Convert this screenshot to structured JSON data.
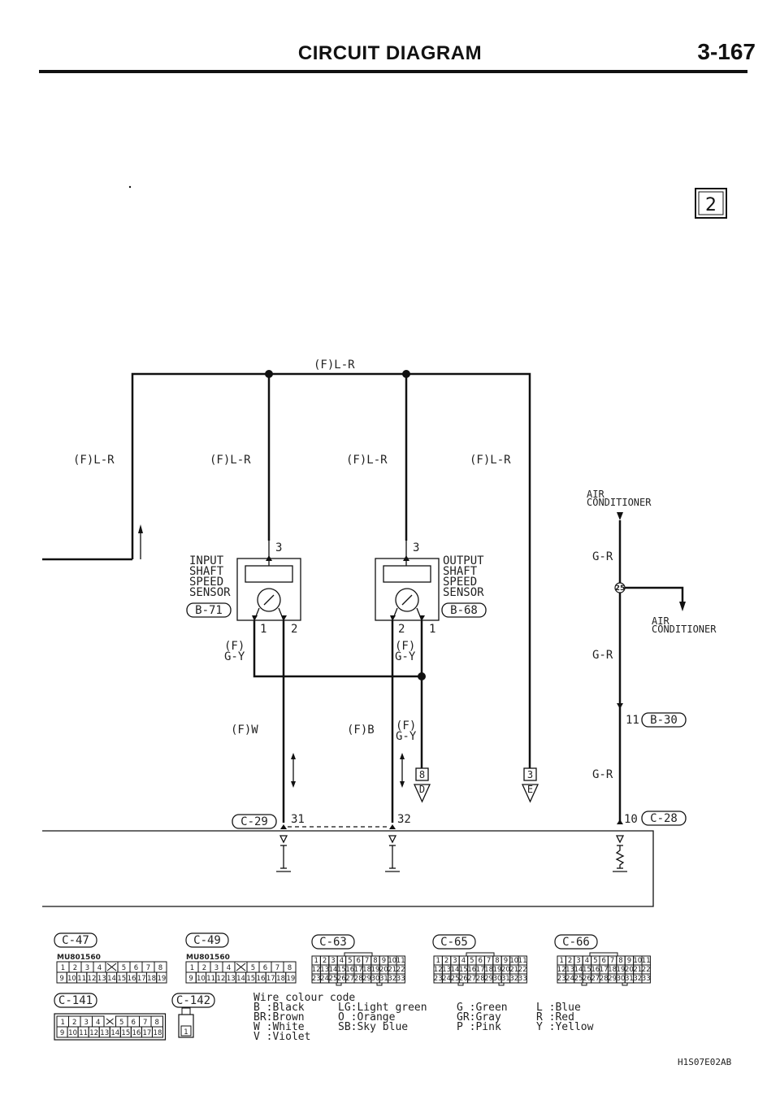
{
  "header": {
    "title": "CIRCUIT DIAGRAM",
    "page_number": "3-167"
  },
  "sheet_number": "2",
  "wires": {
    "top_bus": "(F)L-R",
    "branch_1": "(F)L-R",
    "branch_2": "(F)L-R",
    "branch_3": "(F)L-R",
    "branch_4": "(F)L-R",
    "input_out": "(F)\nG-Y",
    "output_out": "(F)\nG-Y",
    "white_wire": "(F)W",
    "black_wire": "(F)B",
    "gy_wire": "(F)\nG-Y",
    "gr_1": "G-R",
    "gr_2": "G-R",
    "gr_3": "G-R"
  },
  "components": {
    "input_sensor": {
      "name": "INPUT\nSHAFT\nSPEED\nSENSOR",
      "connector": "B-71",
      "pin_top": "3",
      "pin_left": "1",
      "pin_right": "2"
    },
    "output_sensor": {
      "name": "OUTPUT\nSHAFT\nSPEED\nSENSOR",
      "connector": "B-68",
      "pin_top": "3",
      "pin_left": "2",
      "pin_right": "1"
    },
    "air_conditioner_1": "AIR\nCONDITIONER",
    "air_conditioner_2": "AIR\nCONDITIONER",
    "junction_pin": "25",
    "b30": {
      "connector": "B-30",
      "pin": "11"
    },
    "c28": {
      "connector": "C-28",
      "pin": "10"
    },
    "c29": {
      "connector": "C-29",
      "pin_31": "31",
      "pin_32": "32"
    },
    "continuation_d": {
      "num": "8",
      "letter": "D"
    },
    "continuation_e": {
      "num": "3",
      "letter": "E"
    }
  },
  "connectors": [
    {
      "id": "C-47",
      "part": "MU801560"
    },
    {
      "id": "C-49",
      "part": "MU801560"
    },
    {
      "id": "C-63"
    },
    {
      "id": "C-65"
    },
    {
      "id": "C-66"
    },
    {
      "id": "C-141"
    },
    {
      "id": "C-142",
      "pin": "1"
    }
  ],
  "legend": {
    "title": "Wire colour code",
    "entries": [
      [
        "B :Black",
        "LG:Light green",
        "G :Green",
        "L :Blue"
      ],
      [
        "BR:Brown",
        "O :Orange",
        "GR:Gray",
        "R :Red"
      ],
      [
        "W :White",
        "SB:Sky blue",
        "P :Pink",
        "Y :Yellow"
      ],
      [
        "V :Violet",
        "",
        "",
        ""
      ]
    ]
  },
  "drawing_code": "H1S07E02AB"
}
